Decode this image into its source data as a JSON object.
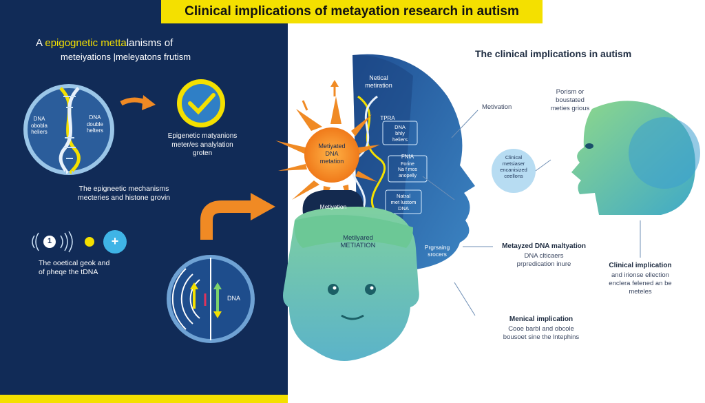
{
  "title": "Clinical implications of metayation research in autism",
  "left": {
    "heading_line1_prefix": "A ",
    "heading_line1_highlight": "epigognetic metta",
    "heading_line1_suffix": "lanisms of",
    "heading_line2": "meteiyations |meleyatons frutism",
    "dna_label_left": "DNA\nobobla\nheliers",
    "dna_label_right": "DNA\ndouble\nhelters",
    "epi_caption": "Epigenetic matyanions\nmeter/es analylation\ngroten",
    "mech_caption": "The epigneetic mechanisms\nmecteries and histone grovin",
    "icon_digit": "1",
    "plus_symbol": "+",
    "bottom_caption": "The ooetical geok and\nof pheqe the tDNA",
    "dna_circle_label": "DNA"
  },
  "right": {
    "heading": "The clinical implications in autism",
    "sun_label": "Metiyated\nDNA\nmetation",
    "cap_label": "Metiyation",
    "netical_label": "Netical\nmetiration",
    "tpna_label": "TPRA",
    "box1": "DNA\nbhly\nheliers",
    "box2_title": "FNIA",
    "box2_body": "Forine\nNa f mos\nanopelly",
    "box3": "Natral\nmet lustom\nDNA",
    "child_label": "Metilyared\nMETIATION",
    "prgrsing_label": "Prgrsaing\nsrocers",
    "metivation_label": "Metivation",
    "clinical_bubble": "Clinical\nmetsiaser\nencanisized\nceellons",
    "porism_label": "Porism or\nboustated\nmeties grious",
    "metyzed_title": "Metayzed DNA maltyation",
    "metyzed_body": "DNA clticaers\nprpredication inure",
    "clinical_impl_title": "Clinical implication",
    "clinical_impl_body": "and irionse ellection\nenclera felened an be\nmeteles",
    "medical_title": "Menical implication",
    "medical_body": "Cooe barbl and obcole\nbousoet sine the lntephins"
  },
  "colors": {
    "navy": "#112b57",
    "yellow": "#f4e000",
    "orange": "#f08a24",
    "cyan": "#3fb4e6",
    "head_blue": "#2a63a8",
    "green": "#6fc39a"
  }
}
